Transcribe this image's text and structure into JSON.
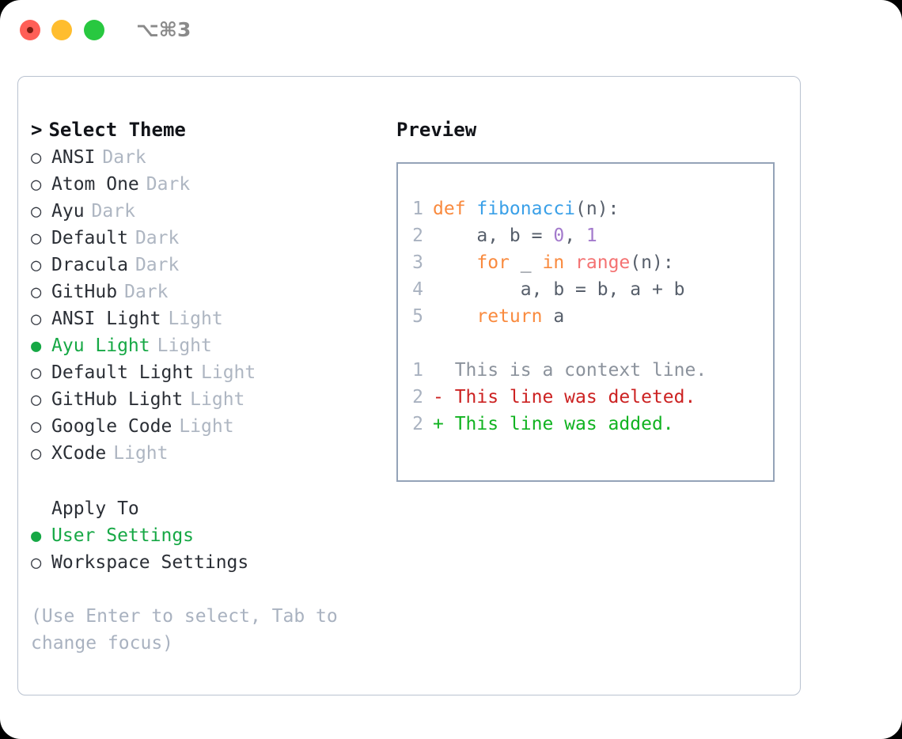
{
  "window": {
    "shortcut": "⌥⌘3",
    "traffic_lights": [
      {
        "name": "close",
        "color": "#ff5f57"
      },
      {
        "name": "minimize",
        "color": "#ffbd2e"
      },
      {
        "name": "zoom",
        "color": "#28c840"
      }
    ]
  },
  "theme_picker": {
    "header": "Select Theme",
    "caret": ">",
    "bullet_unselected": "○",
    "bullet_selected": "●",
    "accent_color": "#16a845",
    "muted_color": "#aeb6c2",
    "items": [
      {
        "name": "ANSI",
        "variant": "Dark",
        "selected": false
      },
      {
        "name": "Atom One",
        "variant": "Dark",
        "selected": false
      },
      {
        "name": "Ayu",
        "variant": "Dark",
        "selected": false
      },
      {
        "name": "Default",
        "variant": "Dark",
        "selected": false
      },
      {
        "name": "Dracula",
        "variant": "Dark",
        "selected": false
      },
      {
        "name": "GitHub",
        "variant": "Dark",
        "selected": false
      },
      {
        "name": "ANSI Light",
        "variant": "Light",
        "selected": false
      },
      {
        "name": "Ayu Light",
        "variant": "Light",
        "selected": true
      },
      {
        "name": "Default Light",
        "variant": "Light",
        "selected": false
      },
      {
        "name": "GitHub Light",
        "variant": "Light",
        "selected": false
      },
      {
        "name": "Google Code",
        "variant": "Light",
        "selected": false
      },
      {
        "name": "XCode",
        "variant": "Light",
        "selected": false
      }
    ]
  },
  "apply_to": {
    "title": "Apply To",
    "options": [
      {
        "label": "User Settings",
        "selected": true
      },
      {
        "label": "Workspace Settings",
        "selected": false
      }
    ]
  },
  "hint": "(Use Enter to select, Tab to change focus)",
  "preview": {
    "title": "Preview",
    "code_lines": [
      {
        "num": "1",
        "tokens": [
          {
            "t": "def ",
            "c": "kw"
          },
          {
            "t": "fibonacci",
            "c": "fn"
          },
          {
            "t": "(n):",
            "c": "pl"
          }
        ]
      },
      {
        "num": "2",
        "tokens": [
          {
            "t": "    a, b = ",
            "c": "pl"
          },
          {
            "t": "0",
            "c": "num"
          },
          {
            "t": ", ",
            "c": "pl"
          },
          {
            "t": "1",
            "c": "num"
          }
        ]
      },
      {
        "num": "3",
        "tokens": [
          {
            "t": "    ",
            "c": "pl"
          },
          {
            "t": "for",
            "c": "kw"
          },
          {
            "t": " _ ",
            "c": "pl"
          },
          {
            "t": "in",
            "c": "kw"
          },
          {
            "t": " ",
            "c": "pl"
          },
          {
            "t": "range",
            "c": "bi"
          },
          {
            "t": "(n):",
            "c": "pl"
          }
        ]
      },
      {
        "num": "4",
        "tokens": [
          {
            "t": "        a, b = b, a + b",
            "c": "pl"
          }
        ]
      },
      {
        "num": "5",
        "tokens": [
          {
            "t": "    ",
            "c": "pl"
          },
          {
            "t": "return",
            "c": "kw"
          },
          {
            "t": " a",
            "c": "pl"
          }
        ]
      }
    ],
    "diff_lines": [
      {
        "num": "1",
        "marker": "  ",
        "text": "This is a context line.",
        "kind": "diff-ctx"
      },
      {
        "num": "2",
        "marker": "- ",
        "text": "This line was deleted.",
        "kind": "diff-del"
      },
      {
        "num": "2",
        "marker": "+ ",
        "text": "This line was added.",
        "kind": "diff-add"
      }
    ],
    "syntax_colors": {
      "keyword": "#f98a3e",
      "function": "#3aa0e8",
      "number": "#a37acc",
      "builtin": "#f47272",
      "plain": "#575f6b",
      "line_number": "#a9b2c0",
      "diff_context": "#8b929c",
      "diff_deleted": "#cc2222",
      "diff_added": "#11b321"
    }
  }
}
